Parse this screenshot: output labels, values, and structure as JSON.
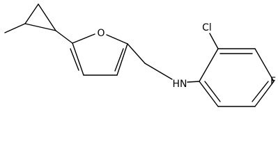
{
  "atoms": {
    "oxygen": "O",
    "amine": "HN",
    "chlorine": "Cl",
    "fluorine": "F"
  },
  "colors": {
    "bond": "#000000",
    "label": "#000000",
    "background": "#ffffff"
  }
}
